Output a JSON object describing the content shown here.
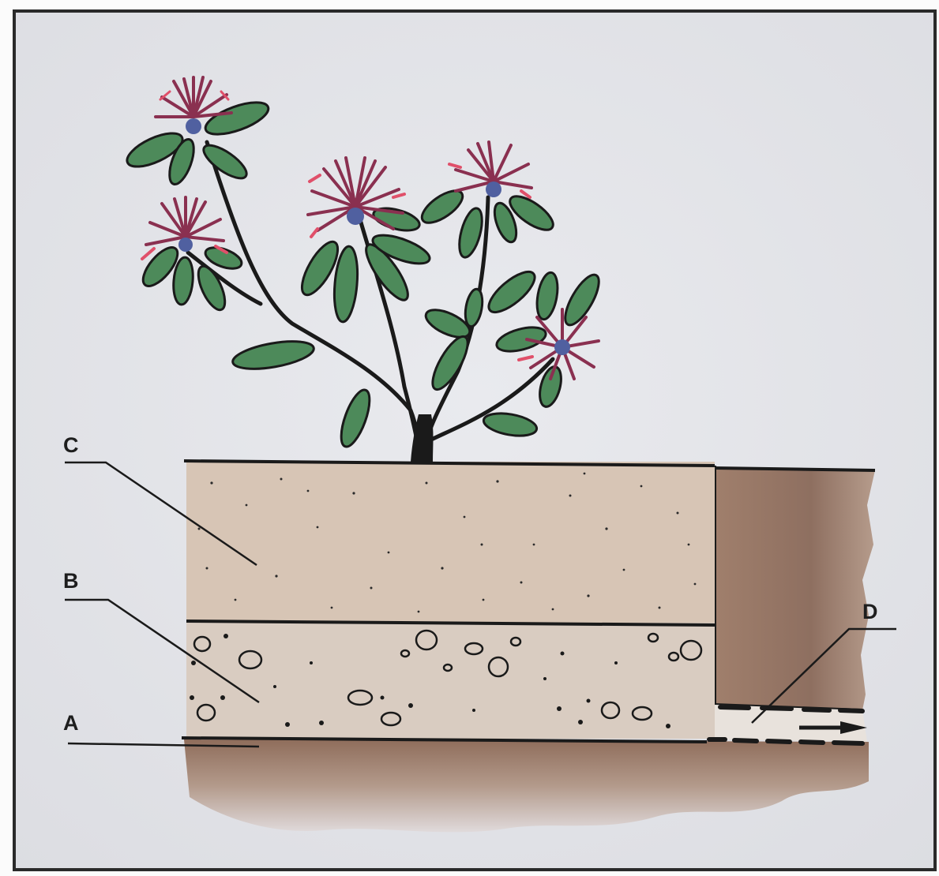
{
  "figure": {
    "labels": {
      "a": "A",
      "b": "B",
      "c": "C",
      "d": "D"
    }
  },
  "colors": {
    "paper": "#e4e5e9",
    "topsoil": "#dccbbb",
    "gravel_layer": "#d8cbc0",
    "subsoil": "#b29b8c",
    "trench_soil": "#9a7a6a",
    "leaf": "#4d8a5a",
    "flower": "#8a3050",
    "flower_tip": "#e0506a",
    "flower_center": "#5060a0",
    "ink": "#1a1a1a"
  },
  "icons": [
    "clover-plant",
    "drain-pipe",
    "flow-arrow"
  ]
}
